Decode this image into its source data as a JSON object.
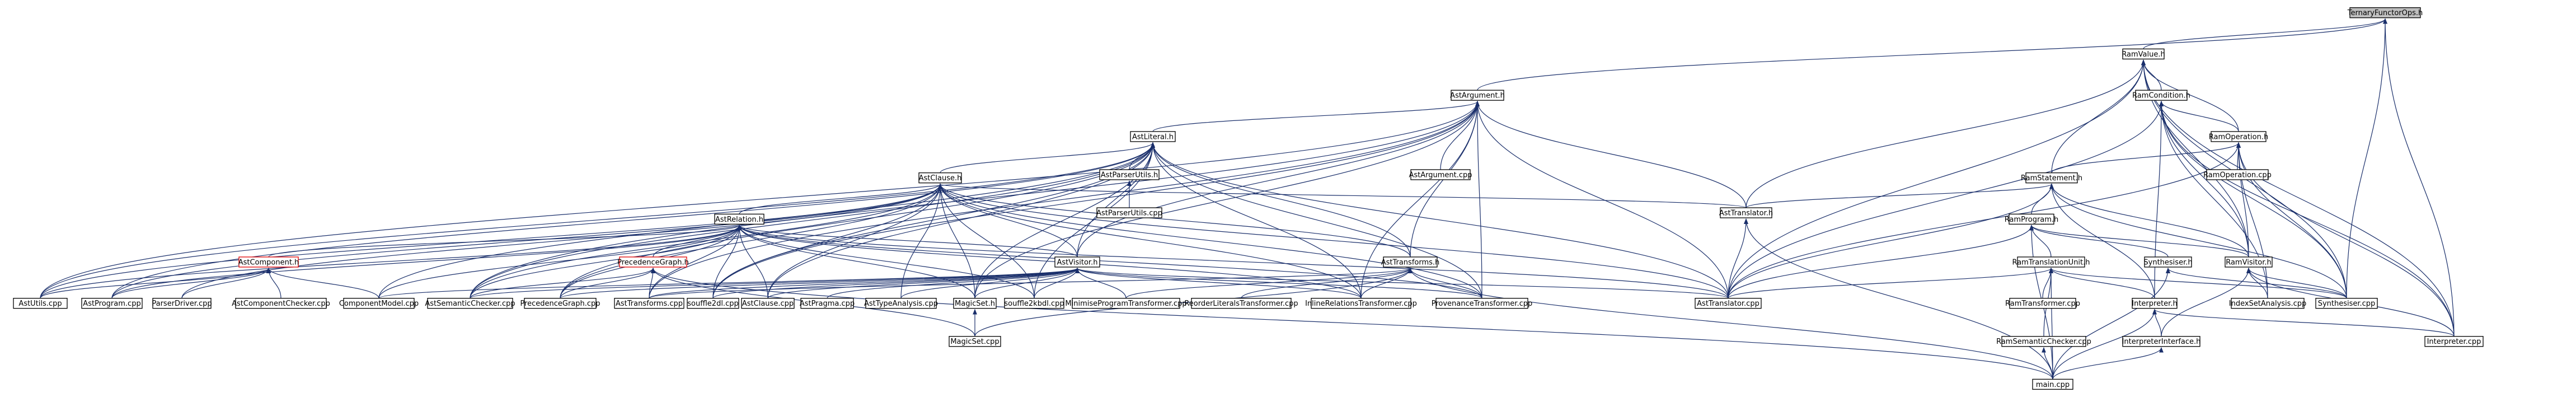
{
  "graph": {
    "root": "TernaryFunctorOps.h",
    "edge_color": "#1a2f6b",
    "root_fill": "#bfbfbf",
    "red_border_color": "#e00000",
    "nodes": [
      {
        "id": "tfo",
        "label": "TernaryFunctorOps.h",
        "style": "root"
      },
      {
        "id": "ramvalue",
        "label": "RamValue.h"
      },
      {
        "id": "astargument",
        "label": "AstArgument.h"
      },
      {
        "id": "ramcondition",
        "label": "RamCondition.h"
      },
      {
        "id": "astliteral",
        "label": "AstLiteral.h"
      },
      {
        "id": "ramoperation",
        "label": "RamOperation.h"
      },
      {
        "id": "astparserutils",
        "label": "AstParserUtils.h"
      },
      {
        "id": "astargumentcpp",
        "label": "AstArgument.cpp"
      },
      {
        "id": "ramoperationcpp",
        "label": "RamOperation.cpp"
      },
      {
        "id": "astclause",
        "label": "AstClause.h"
      },
      {
        "id": "ramstatement",
        "label": "RamStatement.h"
      },
      {
        "id": "astparserutilscpp",
        "label": "AstParserUtils.cpp"
      },
      {
        "id": "asttranslator",
        "label": "AstTranslator.h"
      },
      {
        "id": "ramprogram",
        "label": "RamProgram.h"
      },
      {
        "id": "astrelation",
        "label": "AstRelation.h"
      },
      {
        "id": "precedencegraph",
        "label": "PrecedenceGraph.h",
        "style": "red"
      },
      {
        "id": "astcomponent",
        "label": "AstComponent.h",
        "style": "red"
      },
      {
        "id": "astvisitor",
        "label": "AstVisitor.h"
      },
      {
        "id": "asttransforms",
        "label": "AstTransforms.h"
      },
      {
        "id": "ramtranslationunit",
        "label": "RamTranslationUnit.h"
      },
      {
        "id": "synthesiser",
        "label": "Synthesiser.h"
      },
      {
        "id": "ramvisitor",
        "label": "RamVisitor.h"
      },
      {
        "id": "astutilscpp",
        "label": "AstUtils.cpp"
      },
      {
        "id": "astprogramcpp",
        "label": "AstProgram.cpp"
      },
      {
        "id": "parserdrivercpp",
        "label": "ParserDriver.cpp"
      },
      {
        "id": "astcomponentcheckercpp",
        "label": "AstComponentChecker.cpp"
      },
      {
        "id": "componentmodelcpp",
        "label": "ComponentModel.cpp"
      },
      {
        "id": "astsemanticcheckercpp",
        "label": "AstSemanticChecker.cpp"
      },
      {
        "id": "precedencegraphcpp",
        "label": "PrecedenceGraph.cpp"
      },
      {
        "id": "asttransformscpp",
        "label": "AstTransforms.cpp"
      },
      {
        "id": "souffle2dlcpp",
        "label": "souffle2dl.cpp"
      },
      {
        "id": "astclausecpp",
        "label": "AstClause.cpp"
      },
      {
        "id": "astpragmacpp",
        "label": "AstPragma.cpp"
      },
      {
        "id": "asttypeanalysiscpp",
        "label": "AstTypeAnalysis.cpp"
      },
      {
        "id": "magicseth",
        "label": "MagicSet.h"
      },
      {
        "id": "souffle2kbdlcpp",
        "label": "souffle2kbdl.cpp"
      },
      {
        "id": "minimiseprogramcpp",
        "label": "MinimiseProgramTransformer.cpp"
      },
      {
        "id": "reorderliteralscpp",
        "label": "ReorderLiteralsTransformer.cpp"
      },
      {
        "id": "inlinerelationscpp",
        "label": "InlineRelationsTransformer.cpp"
      },
      {
        "id": "provenancecpp",
        "label": "ProvenanceTransformer.cpp"
      },
      {
        "id": "asttranslatorcpp",
        "label": "AstTranslator.cpp"
      },
      {
        "id": "ramtransformercpp",
        "label": "RamTransformer.cpp"
      },
      {
        "id": "interpreterh",
        "label": "Interpreter.h"
      },
      {
        "id": "indexsetanalysiscpp",
        "label": "IndexSetAnalysis.cpp"
      },
      {
        "id": "synthesisercpp",
        "label": "Synthesiser.cpp"
      },
      {
        "id": "magicsetcpp",
        "label": "MagicSet.cpp"
      },
      {
        "id": "ramsemanticcheckercpp",
        "label": "RamSemanticChecker.cpp"
      },
      {
        "id": "interpreterinterface",
        "label": "InterpreterInterface.h"
      },
      {
        "id": "interpretercpp",
        "label": "Interpreter.cpp"
      },
      {
        "id": "maincpp",
        "label": "main.cpp"
      }
    ],
    "edges": [
      [
        "ramvalue",
        "tfo"
      ],
      [
        "astargument",
        "tfo"
      ],
      [
        "synthesisercpp",
        "tfo"
      ],
      [
        "interpretercpp",
        "tfo"
      ],
      [
        "ramcondition",
        "ramvalue"
      ],
      [
        "ramoperation",
        "ramvalue"
      ],
      [
        "ramstatement",
        "ramvalue"
      ],
      [
        "ramvisitor",
        "ramvalue"
      ],
      [
        "asttranslator",
        "ramvalue"
      ],
      [
        "asttranslatorcpp",
        "ramvalue"
      ],
      [
        "synthesisercpp",
        "ramvalue"
      ],
      [
        "interpretercpp",
        "ramvalue"
      ],
      [
        "astliteral",
        "astargument"
      ],
      [
        "astargumentcpp",
        "astargument"
      ],
      [
        "astvisitor",
        "astargument"
      ],
      [
        "asttransforms",
        "astargument"
      ],
      [
        "asttranslator",
        "astargument"
      ],
      [
        "astutilscpp",
        "astargument"
      ],
      [
        "astsemanticcheckercpp",
        "astargument"
      ],
      [
        "asttransformscpp",
        "astargument"
      ],
      [
        "inlinerelationscpp",
        "astargument"
      ],
      [
        "provenancecpp",
        "astargument"
      ],
      [
        "asttranslatorcpp",
        "astargument"
      ],
      [
        "magicseth",
        "astargument"
      ],
      [
        "souffle2dlcpp",
        "astargument"
      ],
      [
        "ramoperation",
        "ramcondition"
      ],
      [
        "asttranslatorcpp",
        "ramcondition"
      ],
      [
        "interpreterh",
        "ramcondition"
      ],
      [
        "ramvisitor",
        "ramcondition"
      ],
      [
        "indexsetanalysiscpp",
        "ramcondition"
      ],
      [
        "synthesisercpp",
        "ramcondition"
      ],
      [
        "interpretercpp",
        "ramcondition"
      ],
      [
        "astclause",
        "astliteral"
      ],
      [
        "astparserutils",
        "astliteral"
      ],
      [
        "astvisitor",
        "astliteral"
      ],
      [
        "asttransforms",
        "astliteral"
      ],
      [
        "astutilscpp",
        "astliteral"
      ],
      [
        "astprogramcpp",
        "astliteral"
      ],
      [
        "astsemanticcheckercpp",
        "astliteral"
      ],
      [
        "souffle2dlcpp",
        "astliteral"
      ],
      [
        "souffle2kbdlcpp",
        "astliteral"
      ],
      [
        "magicseth",
        "astliteral"
      ],
      [
        "inlinerelationscpp",
        "astliteral"
      ],
      [
        "provenancecpp",
        "astliteral"
      ],
      [
        "asttranslatorcpp",
        "astliteral"
      ],
      [
        "precedencegraphcpp",
        "astliteral"
      ],
      [
        "componentmodelcpp",
        "astliteral"
      ],
      [
        "astclausecpp",
        "astliteral"
      ],
      [
        "ramstatement",
        "ramoperation"
      ],
      [
        "ramoperationcpp",
        "ramoperation"
      ],
      [
        "ramvisitor",
        "ramoperation"
      ],
      [
        "indexsetanalysiscpp",
        "ramoperation"
      ],
      [
        "synthesisercpp",
        "ramoperation"
      ],
      [
        "interpretercpp",
        "ramoperation"
      ],
      [
        "asttranslatorcpp",
        "ramoperation"
      ],
      [
        "astparserutilscpp",
        "astparserutils"
      ],
      [
        "astrelation",
        "astclause"
      ],
      [
        "astvisitor",
        "astclause"
      ],
      [
        "asttransforms",
        "astclause"
      ],
      [
        "asttranslator",
        "astclause"
      ],
      [
        "astutilscpp",
        "astclause"
      ],
      [
        "astprogramcpp",
        "astclause"
      ],
      [
        "parserdrivercpp",
        "astclause"
      ],
      [
        "astsemanticcheckercpp",
        "astclause"
      ],
      [
        "precedencegraphcpp",
        "astclause"
      ],
      [
        "souffle2dlcpp",
        "astclause"
      ],
      [
        "astclausecpp",
        "astclause"
      ],
      [
        "magicseth",
        "astclause"
      ],
      [
        "souffle2kbdlcpp",
        "astclause"
      ],
      [
        "inlinerelationscpp",
        "astclause"
      ],
      [
        "provenancecpp",
        "astclause"
      ],
      [
        "asttranslatorcpp",
        "astclause"
      ],
      [
        "asttypeanalysiscpp",
        "astclause"
      ],
      [
        "ramprogram",
        "ramstatement"
      ],
      [
        "ramvisitor",
        "ramstatement"
      ],
      [
        "asttranslator",
        "ramstatement"
      ],
      [
        "asttranslatorcpp",
        "ramstatement"
      ],
      [
        "interpreterh",
        "ramstatement"
      ],
      [
        "synthesisercpp",
        "ramstatement"
      ],
      [
        "asttranslatorcpp",
        "asttranslator"
      ],
      [
        "maincpp",
        "asttranslator"
      ],
      [
        "ramtranslationunit",
        "ramprogram"
      ],
      [
        "synthesiser",
        "ramprogram"
      ],
      [
        "asttranslatorcpp",
        "ramprogram"
      ],
      [
        "maincpp",
        "ramprogram"
      ],
      [
        "ramvisitor",
        "ramprogram"
      ],
      [
        "precedencegraph",
        "astrelation"
      ],
      [
        "astcomponent",
        "astrelation"
      ],
      [
        "astvisitor",
        "astrelation"
      ],
      [
        "astutilscpp",
        "astrelation"
      ],
      [
        "astprogramcpp",
        "astrelation"
      ],
      [
        "componentmodelcpp",
        "astrelation"
      ],
      [
        "astsemanticcheckercpp",
        "astrelation"
      ],
      [
        "precedencegraphcpp",
        "astrelation"
      ],
      [
        "asttransformscpp",
        "astrelation"
      ],
      [
        "souffle2dlcpp",
        "astrelation"
      ],
      [
        "astclausecpp",
        "astrelation"
      ],
      [
        "magicseth",
        "astrelation"
      ],
      [
        "souffle2kbdlcpp",
        "astrelation"
      ],
      [
        "inlinerelationscpp",
        "astrelation"
      ],
      [
        "provenancecpp",
        "astrelation"
      ],
      [
        "asttranslatorcpp",
        "astrelation"
      ],
      [
        "astsemanticcheckercpp",
        "precedencegraph"
      ],
      [
        "precedencegraphcpp",
        "precedencegraph"
      ],
      [
        "asttransformscpp",
        "precedencegraph"
      ],
      [
        "magicsetcpp",
        "precedencegraph"
      ],
      [
        "maincpp",
        "precedencegraph"
      ],
      [
        "astutilscpp",
        "astcomponent"
      ],
      [
        "astprogramcpp",
        "astcomponent"
      ],
      [
        "parserdrivercpp",
        "astcomponent"
      ],
      [
        "astcomponentcheckercpp",
        "astcomponent"
      ],
      [
        "componentmodelcpp",
        "astcomponent"
      ],
      [
        "astsemanticcheckercpp",
        "astvisitor"
      ],
      [
        "precedencegraphcpp",
        "astvisitor"
      ],
      [
        "asttransformscpp",
        "astvisitor"
      ],
      [
        "souffle2dlcpp",
        "astvisitor"
      ],
      [
        "astclausecpp",
        "astvisitor"
      ],
      [
        "astpragmacpp",
        "astvisitor"
      ],
      [
        "asttypeanalysiscpp",
        "astvisitor"
      ],
      [
        "magicseth",
        "astvisitor"
      ],
      [
        "souffle2kbdlcpp",
        "astvisitor"
      ],
      [
        "minimiseprogramcpp",
        "astvisitor"
      ],
      [
        "inlinerelationscpp",
        "astvisitor"
      ],
      [
        "provenancecpp",
        "astvisitor"
      ],
      [
        "asttranslatorcpp",
        "astvisitor"
      ],
      [
        "componentmodelcpp",
        "astvisitor"
      ],
      [
        "asttransformscpp",
        "asttransforms"
      ],
      [
        "magicsetcpp",
        "asttransforms"
      ],
      [
        "minimiseprogramcpp",
        "asttransforms"
      ],
      [
        "reorderliteralscpp",
        "asttransforms"
      ],
      [
        "inlinerelationscpp",
        "asttransforms"
      ],
      [
        "provenancecpp",
        "asttransforms"
      ],
      [
        "maincpp",
        "asttransforms"
      ],
      [
        "asttranslatorcpp",
        "ramtranslationunit"
      ],
      [
        "ramtransformercpp",
        "ramtranslationunit"
      ],
      [
        "interpreterh",
        "ramtranslationunit"
      ],
      [
        "ramsemanticcheckercpp",
        "ramtranslationunit"
      ],
      [
        "maincpp",
        "ramtranslationunit"
      ],
      [
        "synthesisercpp",
        "ramtranslationunit"
      ],
      [
        "synthesisercpp",
        "synthesiser"
      ],
      [
        "maincpp",
        "synthesiser"
      ],
      [
        "indexsetanalysiscpp",
        "ramvisitor"
      ],
      [
        "synthesisercpp",
        "ramvisitor"
      ],
      [
        "interpretercpp",
        "ramvisitor"
      ],
      [
        "interpreterinterface",
        "ramvisitor"
      ],
      [
        "magicsetcpp",
        "magicseth"
      ],
      [
        "interpreterinterface",
        "interpreterh"
      ],
      [
        "interpretercpp",
        "interpreterh"
      ],
      [
        "maincpp",
        "interpreterh"
      ],
      [
        "maincpp",
        "interpreterinterface"
      ],
      [
        "maincpp",
        "ramsemanticcheckercpp"
      ]
    ]
  }
}
